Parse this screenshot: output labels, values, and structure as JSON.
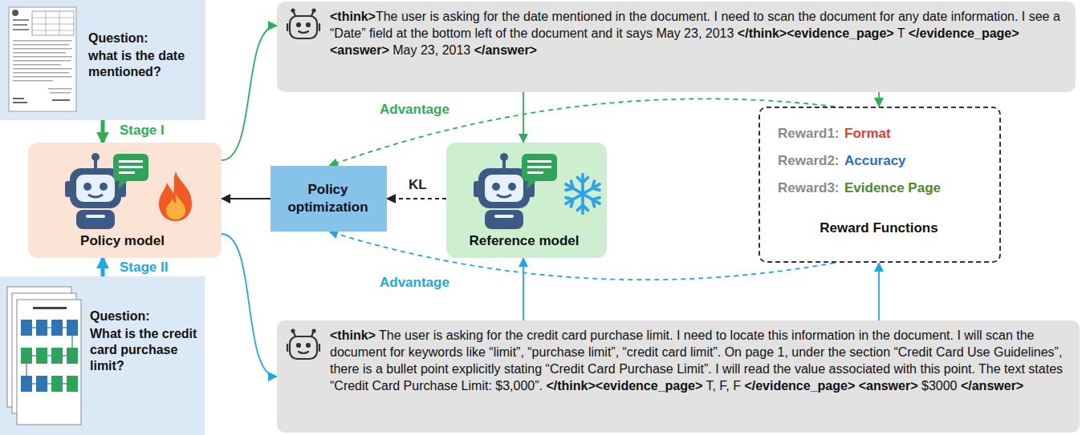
{
  "diagram": {
    "nodes": [
      {
        "text": [
          "Question:",
          "what is the date mentioned?"
        ]
      },
      {
        "text": [
          "Policy model"
        ]
      },
      {
        "text": [
          "Question:",
          "What is the credit card purchase limit?"
        ]
      },
      {
        "text": [
          "<think>The user is asking for the date mentioned in the document. I need to scan the document for any date information. I see a “Date” field at the bottom left of the document and it says May 23, 2013 </think><evidence_page> T </evidence_page> <answer> May 23, 2013 </answer>"
        ]
      },
      {
        "text": [
          "Policy optimization"
        ]
      },
      {
        "text": [
          "Reference model"
        ]
      },
      {
        "text": [
          "Reward1:",
          "Format",
          "Reward2:",
          "Accuracy",
          "Reward3:",
          "Evidence Page",
          "Reward Functions"
        ]
      },
      {
        "text": [
          "<think> The user is asking for the credit card purchase limit. I need to locate this information in the document. I will scan the document for keywords like “limit”, “purchase limit”, “credit card limit”. On page 1, under the section “Credit Card Use Guidelines”, there is a bullet point explicitly stating “Credit Card Purchase Limit”. I will read the value associated with this point. The text states “Credit Card Purchase Limit: $3,000”. </think><evidence_page> T, F, F </evidence_page> <answer> $3000 </answer>"
        ]
      }
    ],
    "edges": [
      {
        "from": 0,
        "to": 1,
        "arrow": "to",
        "label": "Stage I"
      },
      {
        "from": 2,
        "to": 1,
        "arrow": "to",
        "label": "Stage II"
      },
      {
        "from": 1,
        "to": 3,
        "arrow": "to"
      },
      {
        "from": 1,
        "to": 7,
        "arrow": "to"
      },
      {
        "from": 3,
        "to": 5,
        "arrow": "to"
      },
      {
        "from": 3,
        "to": 6,
        "arrow": "to"
      },
      {
        "from": 7,
        "to": 5,
        "arrow": "to"
      },
      {
        "from": 7,
        "to": 6,
        "arrow": "to"
      },
      {
        "from": 6,
        "to": 4,
        "arrow": "to",
        "label": "Advantage"
      },
      {
        "from": 6,
        "to": 4,
        "arrow": "to",
        "label": "Advantage"
      },
      {
        "from": 5,
        "to": 4,
        "arrow": "to",
        "label": "KL"
      },
      {
        "from": 4,
        "to": 1,
        "arrow": "to"
      }
    ]
  }
}
